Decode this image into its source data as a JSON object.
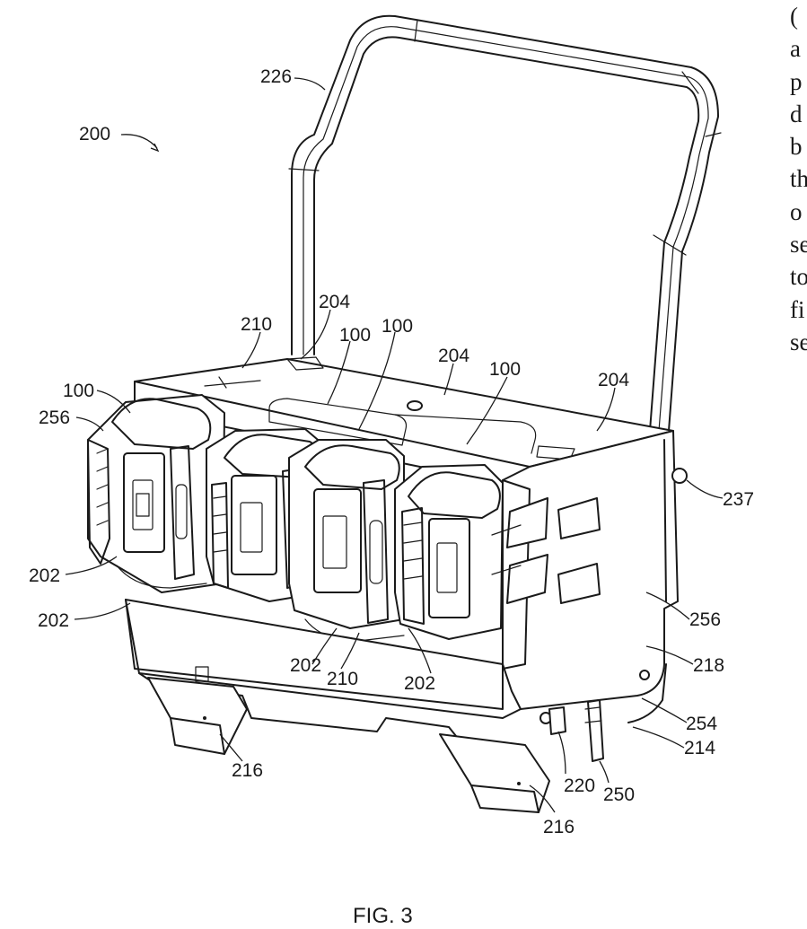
{
  "figure": {
    "caption": "FIG. 3",
    "assembly_ref": "200"
  },
  "reference_numerals": {
    "handle": "226",
    "top_frame": "204",
    "rail": "210",
    "battery": "100",
    "side_plate": "256",
    "pack_base": "202",
    "knob": "237",
    "end_panel": "218",
    "lower_panel": "254",
    "bracket_arm": "214",
    "latch": "220",
    "hook": "250",
    "foot": "216"
  },
  "cropped_margin_text": [
    "(",
    "a",
    "p",
    "d",
    "b",
    "th",
    "o",
    "se",
    "to",
    "fi",
    "se"
  ]
}
